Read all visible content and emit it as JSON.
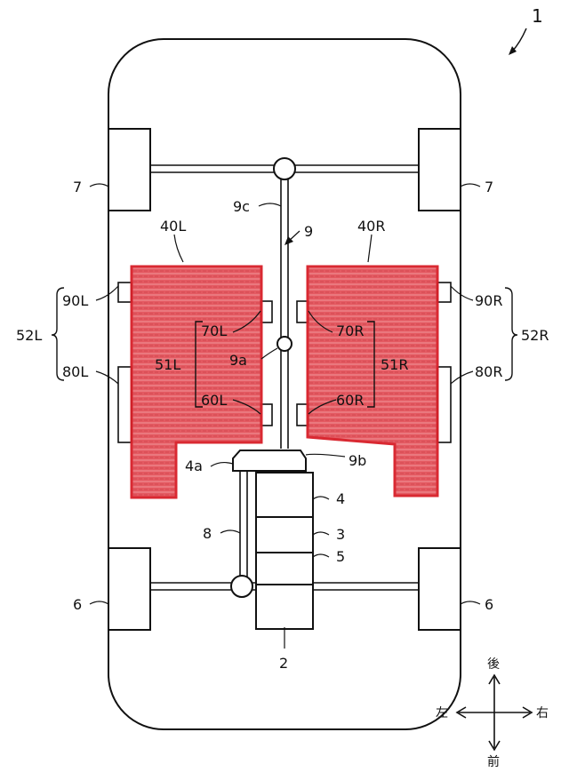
{
  "figure_number": "1",
  "labels": {
    "vehicle": "1",
    "rear_wheel_l": "7",
    "rear_wheel_r": "7",
    "front_wheel_l": "6",
    "front_wheel_r": "6",
    "shaft_9c": "9c",
    "shaft_9": "9",
    "joint_9a": "9a",
    "shaft_9b": "9b",
    "unit_4a": "4a",
    "unit_4": "4",
    "unit_3": "3",
    "unit_5": "5",
    "shaft_8": "8",
    "engine_2": "2",
    "battery_40L": "40L",
    "battery_40R": "40R",
    "group_90L": "90L",
    "group_80L": "80L",
    "group_52L": "52L",
    "group_70L": "70L",
    "group_60L": "60L",
    "group_51L": "51L",
    "group_90R": "90R",
    "group_80R": "80R",
    "group_52R": "52R",
    "group_70R": "70R",
    "group_60R": "60R",
    "group_51R": "51R"
  },
  "compass": {
    "rear": "後",
    "front": "前",
    "left": "左",
    "right": "右"
  },
  "colors": {
    "battery_fill": "#e04a52",
    "battery_outline": "#d81e28",
    "line": "#111111"
  }
}
